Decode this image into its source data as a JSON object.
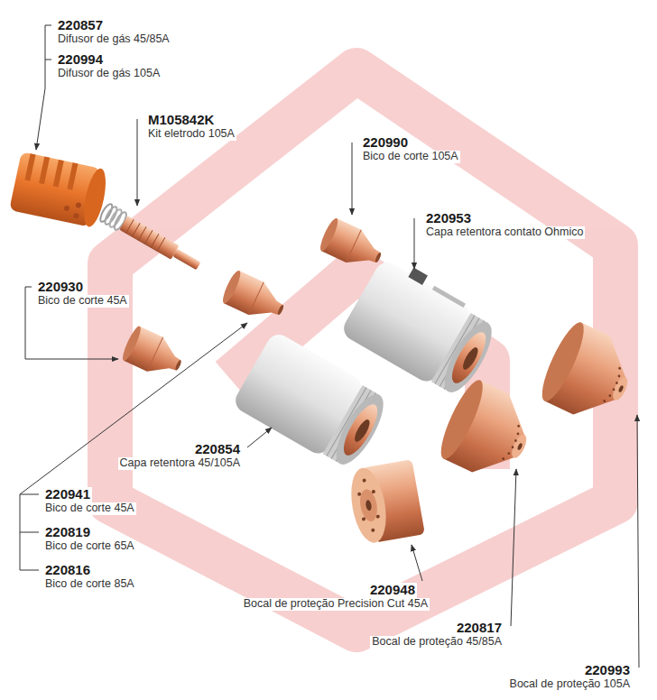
{
  "diagram": {
    "labels": [
      "220857",
      "Difusor de gás 45/85A",
      "220994",
      "Difusor de gás 105A",
      "M105842K",
      "Kit eletrodo 105A",
      "220990",
      "Bico de corte 105A",
      "220953",
      "Capa retentora contato Ohmico",
      "220930",
      "Bico de corte 45A",
      "220854",
      "Capa retentora 45/105A",
      "220941",
      "Bico de corte 45A",
      "220819",
      "Bico de corte 65A",
      "220816",
      "Bico de corte 85A",
      "220948",
      "Bocal de proteção Precision Cut 45A",
      "220817",
      "Bocal de proteção 45/85A",
      "220993",
      "Bocal de proteção 105A"
    ]
  }
}
